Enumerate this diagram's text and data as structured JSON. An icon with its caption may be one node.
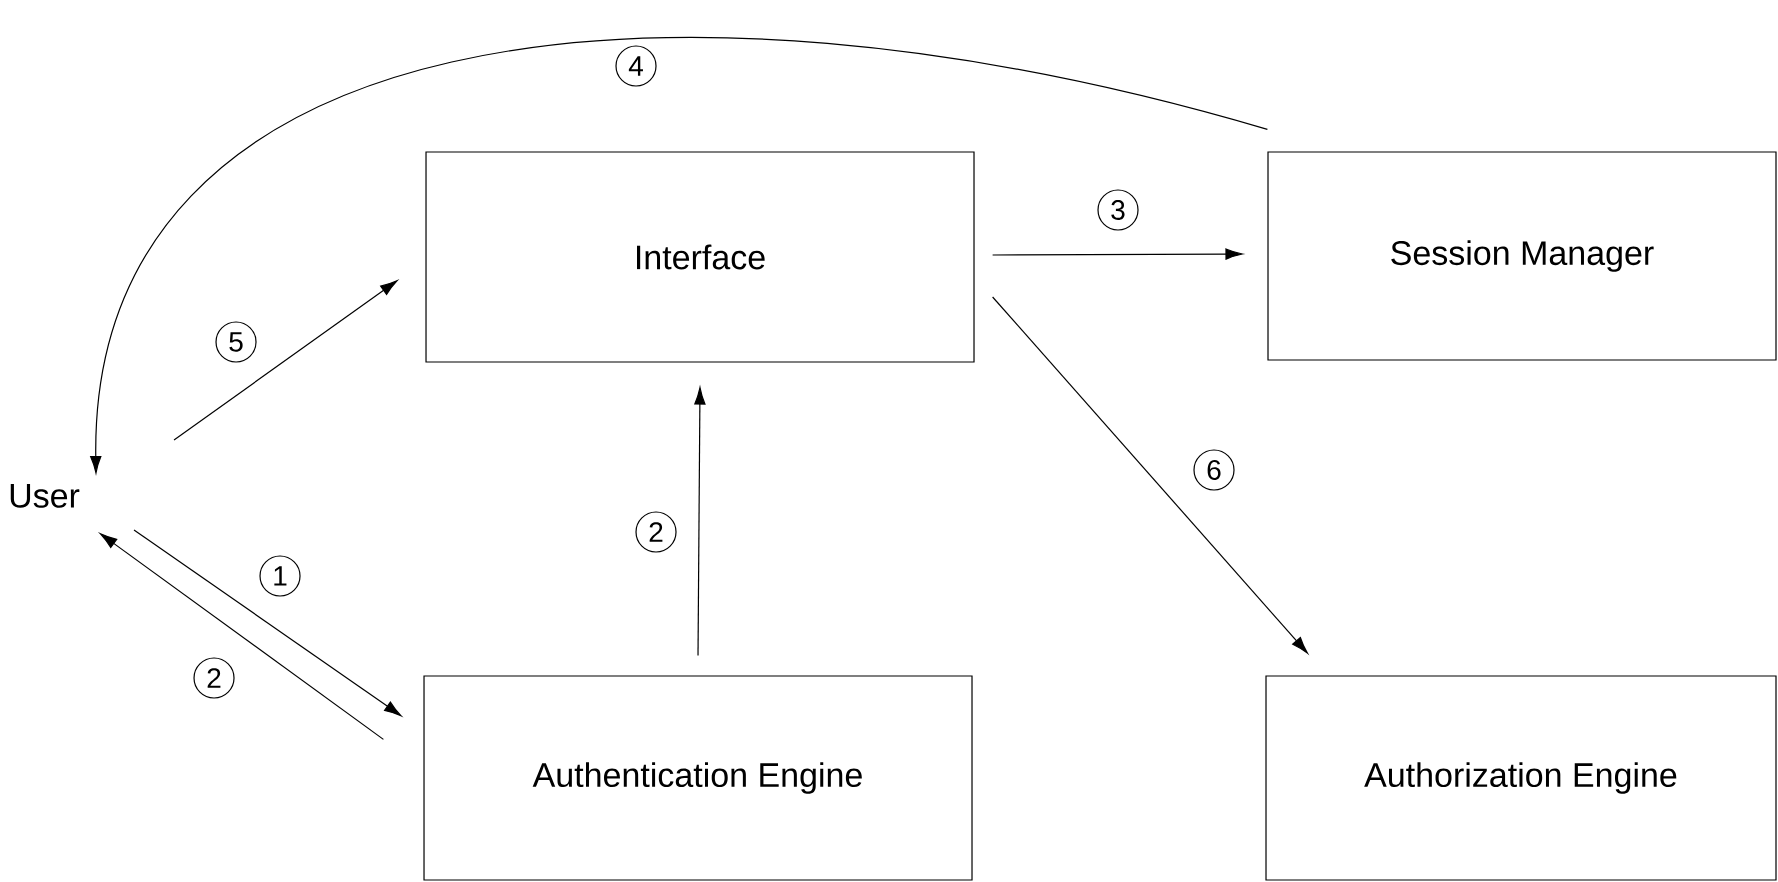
{
  "diagram": {
    "nodes": [
      {
        "text": [
          "User"
        ]
      },
      {
        "text": [
          "Interface"
        ]
      },
      {
        "text": [
          "Session Manager"
        ]
      },
      {
        "text": [
          "Authentication Engine"
        ]
      },
      {
        "text": [
          "Authorization Engine"
        ]
      }
    ],
    "edges": [
      {
        "from": 0,
        "to": 3,
        "arrow": "to",
        "label": "1"
      },
      {
        "from": 3,
        "to": 0,
        "arrow": "to",
        "label": "2"
      },
      {
        "from": 3,
        "to": 1,
        "arrow": "to",
        "label": "2"
      },
      {
        "from": 1,
        "to": 2,
        "arrow": "to",
        "label": "3"
      },
      {
        "from": 2,
        "to": 0,
        "arrow": "to",
        "label": "4"
      },
      {
        "from": 0,
        "to": 1,
        "arrow": "to",
        "label": "5"
      },
      {
        "from": 1,
        "to": 4,
        "arrow": "to",
        "label": "6"
      }
    ]
  }
}
